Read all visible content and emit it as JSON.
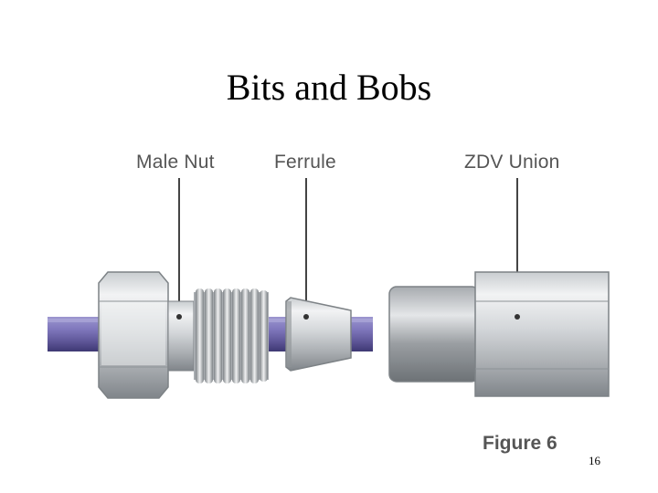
{
  "slide": {
    "title": "Bits and Bobs",
    "page_number": "16"
  },
  "figure": {
    "caption": "Figure 6",
    "labels": {
      "male_nut": "Male Nut",
      "ferrule": "Ferrule",
      "zdv_union": "ZDV Union"
    }
  },
  "colors": {
    "tubing": "#6b63a8",
    "metal_light": "#e6e8ea",
    "metal_dark": "#8d9296",
    "leader_line": "#444444"
  }
}
